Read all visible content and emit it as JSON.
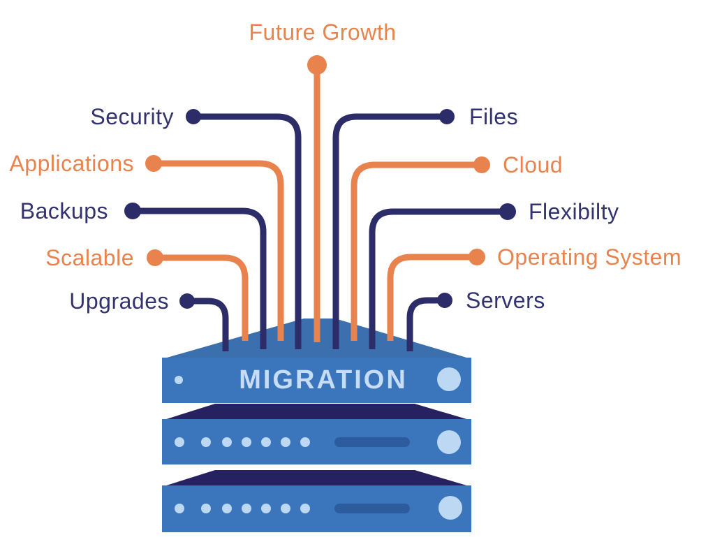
{
  "diagram": {
    "title": "Server migration diagram",
    "center_label": "MIGRATION",
    "topics": [
      {
        "text": "Future Growth",
        "color": "orange",
        "position": "top"
      },
      {
        "text": "Security",
        "color": "navy",
        "position": "left"
      },
      {
        "text": "Applications",
        "color": "orange",
        "position": "left"
      },
      {
        "text": "Backups",
        "color": "navy",
        "position": "left"
      },
      {
        "text": "Scalable",
        "color": "orange",
        "position": "left"
      },
      {
        "text": "Upgrades",
        "color": "navy",
        "position": "left"
      },
      {
        "text": "Files",
        "color": "navy",
        "position": "right"
      },
      {
        "text": "Cloud",
        "color": "orange",
        "position": "right"
      },
      {
        "text": "Flexibilty",
        "color": "navy",
        "position": "right"
      },
      {
        "text": "Operating System",
        "color": "orange",
        "position": "right"
      },
      {
        "text": "Servers",
        "color": "navy",
        "position": "right"
      }
    ],
    "colors": {
      "navy": "#2b2c68",
      "orange": "#e8834e",
      "server_face_blue": "#3b76bd",
      "server_lid_blue": "#3c6fae",
      "server_lid_dark": "#262261",
      "detail_light_blue": "#bcd8f3",
      "slot_dark_blue": "#2d5c9e",
      "background": "#ffffff"
    }
  }
}
